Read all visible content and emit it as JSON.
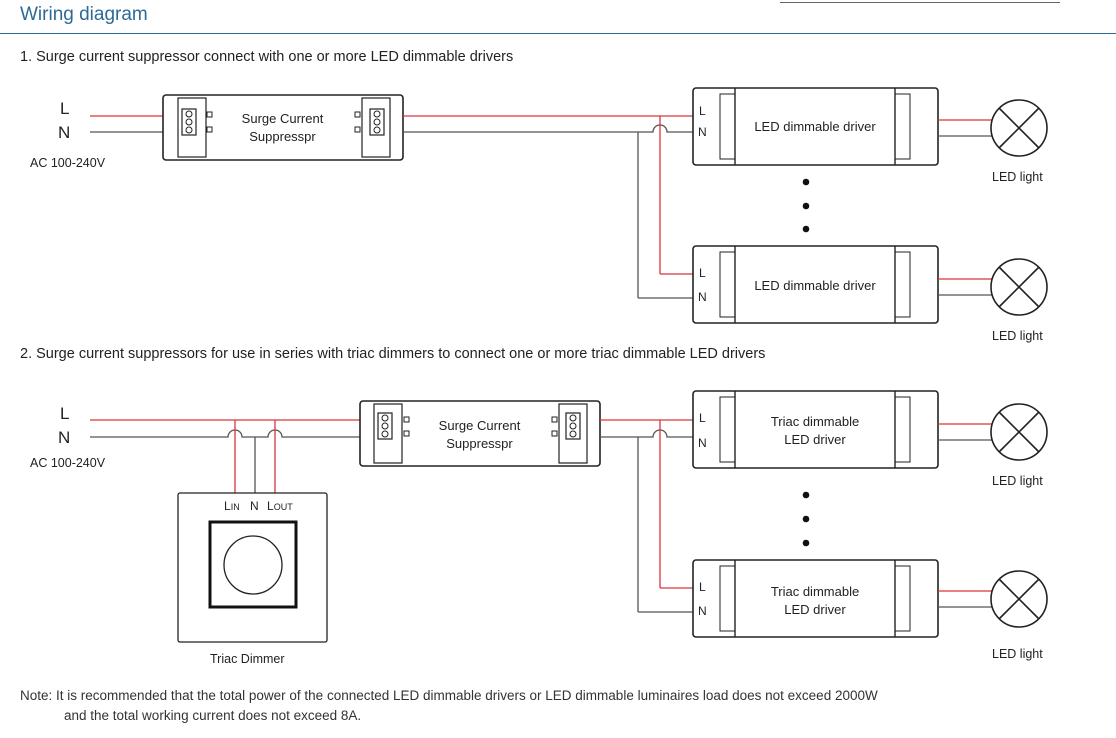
{
  "title": "Wiring diagram",
  "section1": {
    "heading": "1. Surge current suppressor connect with one or more LED dimmable drivers"
  },
  "section2": {
    "heading": "2. Surge current suppressors for use in series with triac dimmers to connect one or more triac dimmable LED drivers"
  },
  "labels": {
    "L": "L",
    "N": "N",
    "ac": "AC 100-240V",
    "suppressor_line1": "Surge Current",
    "suppressor_line2": "Suppresspr",
    "driver1": "LED dimmable driver",
    "driver2_line1": "Triac dimmable",
    "driver2_line2": "LED driver",
    "led_light": "LED light",
    "dimmer": "Triac Dimmer",
    "dimmer_lin_L": "L",
    "dimmer_lin_sub": "IN",
    "dimmer_n": "N",
    "dimmer_lout_L": "L",
    "dimmer_lout_sub": "OUT",
    "dot": "•"
  },
  "note": {
    "prefix": "Note:",
    "line1": "It is recommended that the total power of the connected LED dimmable drivers or LED dimmable luminaires load does not exceed 2000W",
    "line2": "and the total working current does not exceed 8A."
  },
  "colors": {
    "title": "#2d6a96",
    "red_wire": "#d9363e",
    "gray_wire": "#555555"
  }
}
